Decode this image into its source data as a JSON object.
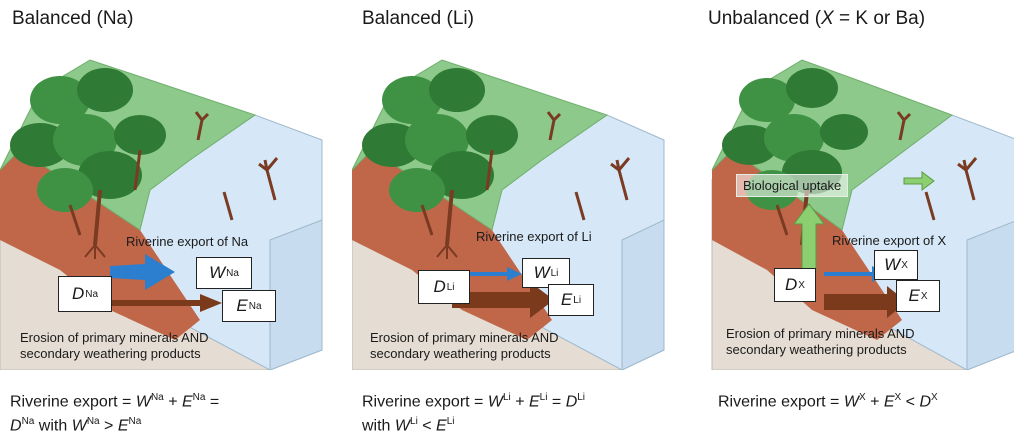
{
  "panels": [
    {
      "title": "Balanced (Na)",
      "river_label": "Riverine export of Na",
      "d": {
        "base": "D",
        "sup": "Na"
      },
      "w": {
        "base": "W",
        "sup": "Na"
      },
      "e": {
        "base": "E",
        "sup": "Na"
      },
      "erosion_line1": "Erosion of primary minerals AND",
      "erosion_line2": "secondary weathering products",
      "equation": {
        "prefix": "Riverine export = ",
        "w_base": "W",
        "w_sup": "Na",
        "plus": " + ",
        "e_base": "E",
        "e_sup": "Na",
        "eq": " = ",
        "d_base": "D",
        "d_sup": "Na",
        "with": " with ",
        "w2_base": "W",
        "w2_sup": "Na",
        "cmp": " > ",
        "e2_base": "E",
        "e2_sup": "Na"
      }
    },
    {
      "title": "Balanced (Li)",
      "river_label": "Riverine export of Li",
      "d": {
        "base": "D",
        "sup": "Li"
      },
      "w": {
        "base": "W",
        "sup": "Li"
      },
      "e": {
        "base": "E",
        "sup": "Li"
      },
      "erosion_line1": "Erosion of primary minerals AND",
      "erosion_line2": "secondary weathering products",
      "equation": {
        "prefix": "Riverine export = ",
        "w_base": "W",
        "w_sup": "Li",
        "plus": " + ",
        "e_base": "E",
        "e_sup": "Li",
        "eq": " = ",
        "d_base": "D",
        "d_sup": "Li",
        "with": "with ",
        "w2_base": "W",
        "w2_sup": "Li",
        "cmp": " < ",
        "e2_base": "E",
        "e2_sup": "Li"
      }
    },
    {
      "title_prefix": "Unbalanced (",
      "title_var": "X",
      "title_suffix": " = K or Ba)",
      "river_label": "Riverine export of X",
      "bio_label": "Biological uptake",
      "d": {
        "base": "D",
        "sup": "X"
      },
      "w": {
        "base": "W",
        "sup": "X"
      },
      "e": {
        "base": "E",
        "sup": "X"
      },
      "erosion_line1": "Erosion of primary minerals AND",
      "erosion_line2": "secondary weathering products",
      "equation": {
        "prefix": "Riverine export = ",
        "w_base": "W",
        "w_sup": "X",
        "plus": " + ",
        "e_base": "E",
        "e_sup": "X",
        "cmp": " < ",
        "d_base": "D",
        "d_sup": "X"
      }
    }
  ],
  "colors": {
    "hillslope_green": "#8cc98a",
    "hillslope_edge": "#6fae6c",
    "soil_brown": "#c0674a",
    "bedrock": "#e5ddd3",
    "water": "#d6e8f7",
    "tree_dark": "#2f7a35",
    "tree_mid": "#3f9244",
    "trunk": "#7a3b22",
    "dissolved_arrow": "#2b7fce",
    "particulate_arrow": "#7b3a1c",
    "uptake_arrow": "#8ccf70"
  }
}
